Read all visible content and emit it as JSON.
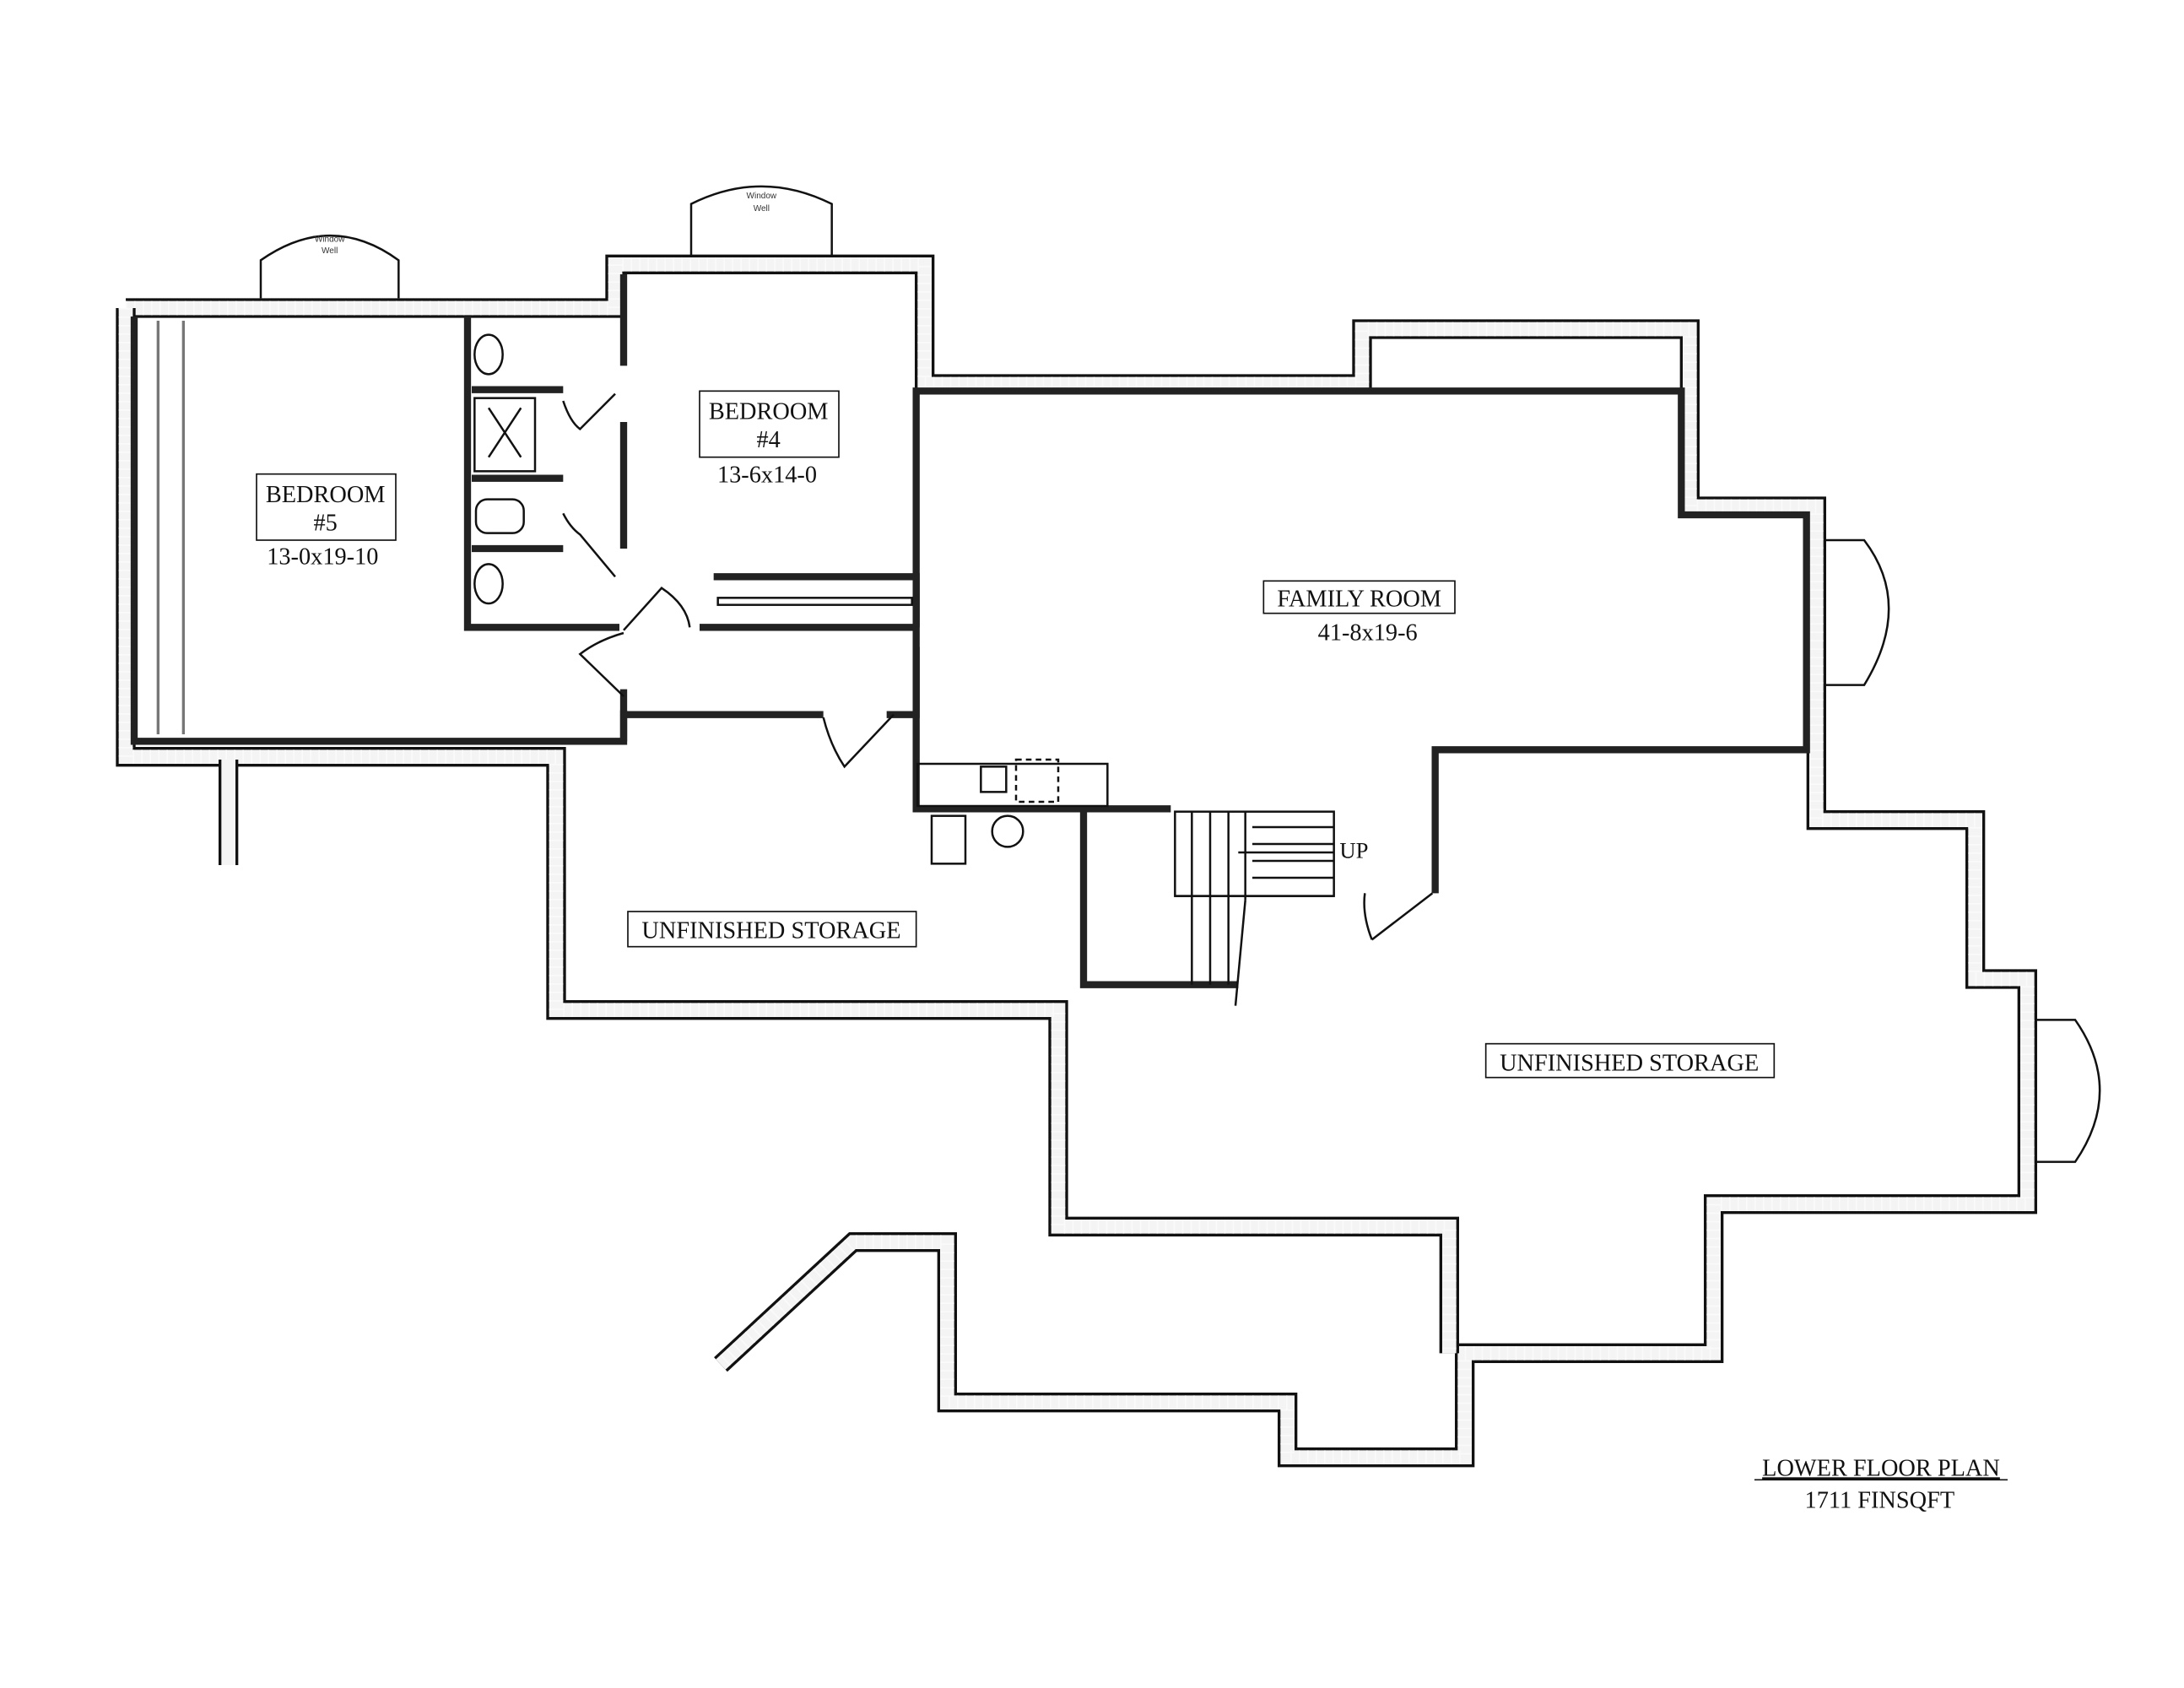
{
  "title": {
    "plan": "LOWER FLOOR PLAN",
    "area": "1711 FINSQFT"
  },
  "rooms": [
    {
      "name": "BEDROOM",
      "number": "#5",
      "size": "13-0x19-10"
    },
    {
      "name": "BEDROOM",
      "number": "#4",
      "size": "13-6x14-0"
    },
    {
      "name": "FAMILY ROOM",
      "size": "41-8x19-6"
    },
    {
      "name": "UNFINISHED STORAGE"
    },
    {
      "name": "UNFINISHED STORAGE"
    }
  ],
  "stair_label": "UP",
  "window_well": {
    "line1": "Window",
    "line2": "Well"
  }
}
